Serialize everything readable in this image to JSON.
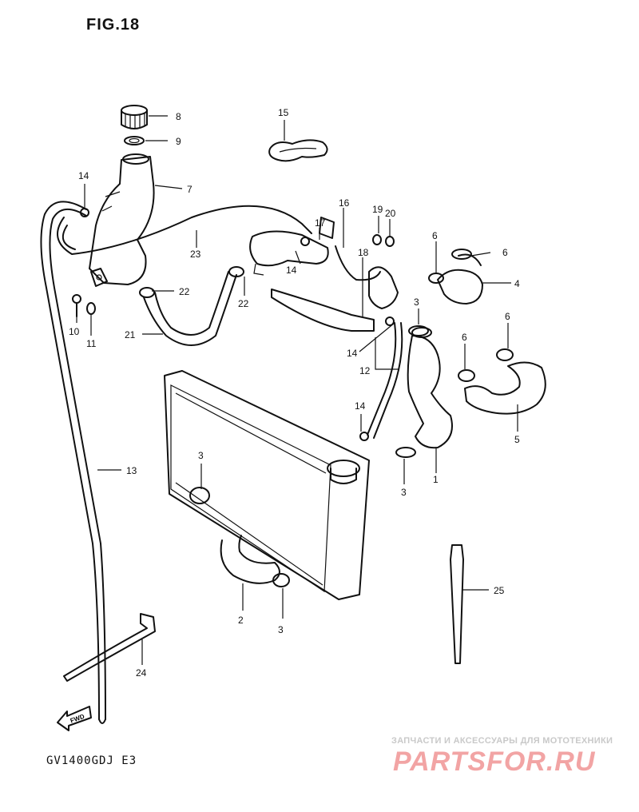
{
  "figure": {
    "title": "FIG.18"
  },
  "model_code": "GV1400GDJ E3",
  "watermark": {
    "tagline": "ЗАПЧАСТИ И АКСЕССУАРЫ ДЛЯ МОТОТЕХНИКИ",
    "brand": "PARTSFOR.RU"
  },
  "fwd_label": "FWD",
  "callouts": {
    "c1": "1",
    "c2": "2",
    "c3a": "3",
    "c3b": "3",
    "c3c": "3",
    "c3d": "3",
    "c4": "4",
    "c5": "5",
    "c6a": "6",
    "c6b": "6",
    "c6c": "6",
    "c6d": "6",
    "c7": "7",
    "c8": "8",
    "c9": "9",
    "c10": "10",
    "c11": "11",
    "c12": "12",
    "c13": "13",
    "c14a": "14",
    "c14b": "14",
    "c14c": "14",
    "c14d": "14",
    "c15": "15",
    "c16": "16",
    "c17": "17",
    "c18": "18",
    "c19": "19",
    "c20": "20",
    "c21": "21",
    "c22a": "22",
    "c22b": "22",
    "c23": "23",
    "c24": "24",
    "c25": "25"
  }
}
